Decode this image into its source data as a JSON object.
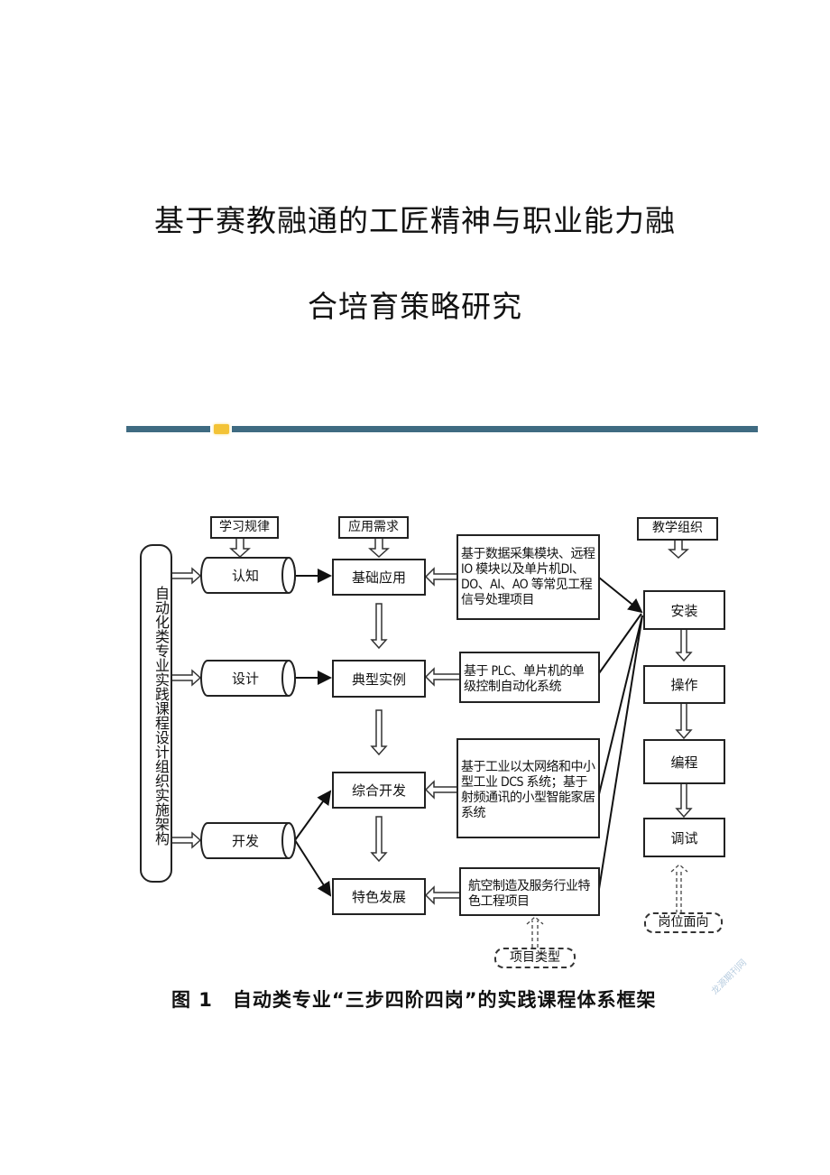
{
  "title": {
    "line1": "基于赛教融通的工匠精神与职业能力融",
    "line2": "合培育策略研究"
  },
  "divider": {
    "icon": "envelope-icon",
    "color": "#3f6b82",
    "icon_color": "#f3c336"
  },
  "diagram": {
    "vertical_label": "自动化类专业实践课程设计组织实施架构",
    "top_labels": {
      "learning": "学习规律",
      "application": "应用需求",
      "teaching": "教学组织"
    },
    "steps": [
      "认知",
      "设计",
      "开发"
    ],
    "stages": [
      "基础应用",
      "典型实例",
      "综合开发",
      "特色发展"
    ],
    "projects": [
      "基于数据采集模块、远程 IO 模块以及单片机DI、DO、AI、AO 等常见工程信号处理项目",
      "基于 PLC、单片机的单级控制自动化系统",
      "基于工业以太网络和中小型工业 DCS 系统；基于射频通讯的小型智能家居系统",
      "航空制造及服务行业特色工程项目"
    ],
    "posts": [
      "安装",
      "操作",
      "编程",
      "调试"
    ],
    "dashed_labels": {
      "post_orientation": "岗位面向",
      "project_type": "项目类型"
    }
  },
  "caption": "图 1　自动类专业“三步四阶四岗”的实践课程体系框架",
  "watermark": "龙源期刊网"
}
